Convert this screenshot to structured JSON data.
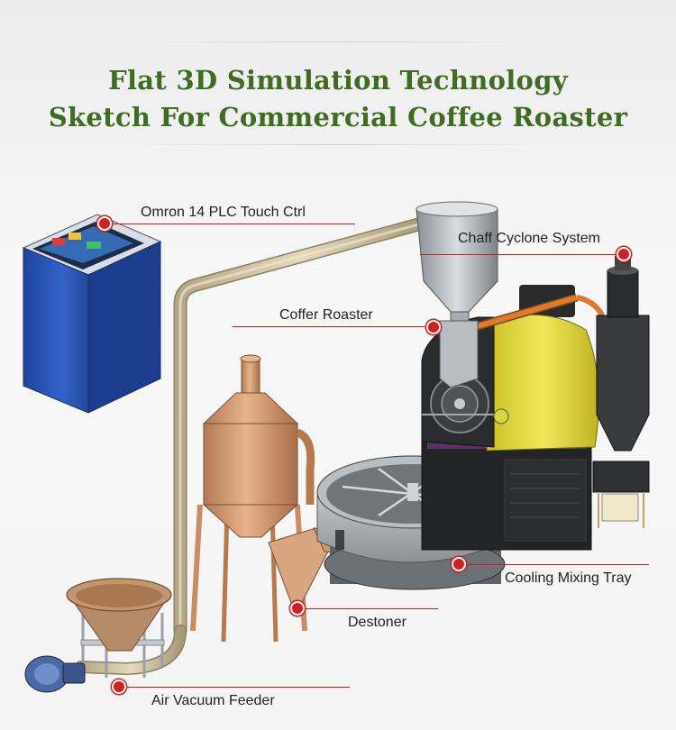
{
  "header": {
    "title_line1": "Flat 3D Simulation Technology",
    "title_line2": "Sketch For Commercial Coffee Roaster"
  },
  "callouts": {
    "plc": "Omron 14 PLC Touch Ctrl",
    "cyclone": "Chaff Cyclone System",
    "roaster": "Coffer Roaster",
    "cooling": "Cooling Mixing Tray",
    "destoner": "Destoner",
    "feeder": "Air Vacuum Feeder"
  },
  "colors": {
    "title": "#3f6b22",
    "callout_dot": "#d41f1f",
    "drum": "#e7df3a",
    "pipe": "#cdbf9f",
    "hopper_copper": "#d19c75",
    "plc_cabinet": "#2b55b3"
  }
}
